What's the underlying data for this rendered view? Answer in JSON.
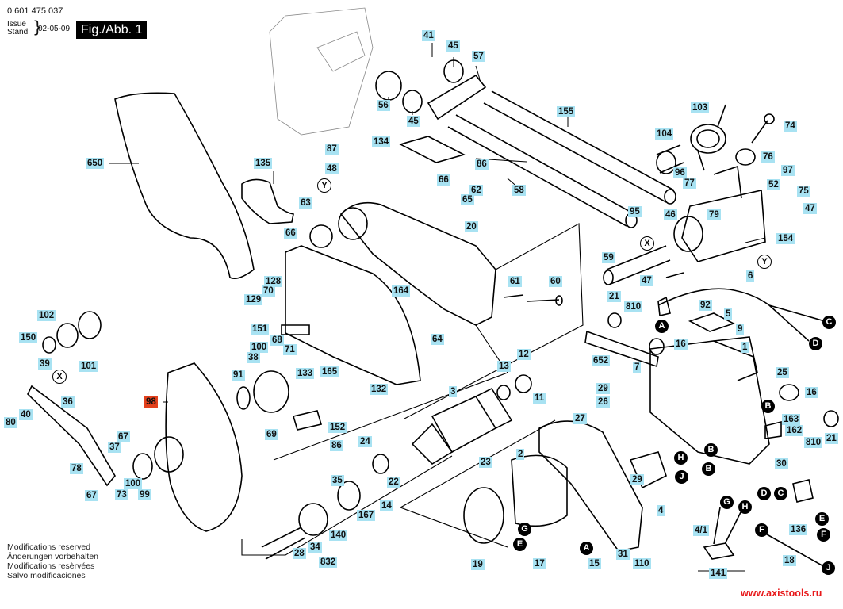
{
  "header": {
    "part_number": "0 601 475 037",
    "issue_label": "Issue",
    "stand_label": "Stand",
    "date": "02-05-09",
    "figure": "Fig./Abb. 1"
  },
  "footer": {
    "lines": [
      "Modifications reserved",
      "Änderungen vorbehalten",
      "Modifications resèrvées",
      "Salvo modificaciones"
    ],
    "website": "www.axistools.ru"
  },
  "colors": {
    "label_bg": "#a8e2f2",
    "highlight_label_bg": "#e2401c",
    "website": "#e8191b"
  },
  "labels": [
    {
      "id": "41",
      "t": "41"
    },
    {
      "id": "45a",
      "t": "45"
    },
    {
      "id": "57",
      "t": "57"
    },
    {
      "id": "56",
      "t": "56"
    },
    {
      "id": "45b",
      "t": "45"
    },
    {
      "id": "155",
      "t": "155"
    },
    {
      "id": "103",
      "t": "103"
    },
    {
      "id": "74",
      "t": "74"
    },
    {
      "id": "104",
      "t": "104"
    },
    {
      "id": "76",
      "t": "76"
    },
    {
      "id": "96",
      "t": "96"
    },
    {
      "id": "97",
      "t": "97"
    },
    {
      "id": "77",
      "t": "77"
    },
    {
      "id": "52",
      "t": "52"
    },
    {
      "id": "75",
      "t": "75"
    },
    {
      "id": "47a",
      "t": "47"
    },
    {
      "id": "95",
      "t": "95"
    },
    {
      "id": "46",
      "t": "46"
    },
    {
      "id": "79",
      "t": "79"
    },
    {
      "id": "154",
      "t": "154"
    },
    {
      "id": "650",
      "t": "650"
    },
    {
      "id": "135",
      "t": "135"
    },
    {
      "id": "134",
      "t": "134"
    },
    {
      "id": "87",
      "t": "87"
    },
    {
      "id": "48",
      "t": "48"
    },
    {
      "id": "86a",
      "t": "86"
    },
    {
      "id": "58",
      "t": "58"
    },
    {
      "id": "66a",
      "t": "66"
    },
    {
      "id": "62",
      "t": "62"
    },
    {
      "id": "65",
      "t": "65"
    },
    {
      "id": "63",
      "t": "63"
    },
    {
      "id": "66b",
      "t": "66"
    },
    {
      "id": "20",
      "t": "20"
    },
    {
      "id": "59",
      "t": "59"
    },
    {
      "id": "47b",
      "t": "47"
    },
    {
      "id": "6",
      "t": "6"
    },
    {
      "id": "92",
      "t": "92"
    },
    {
      "id": "5",
      "t": "5"
    },
    {
      "id": "128",
      "t": "128"
    },
    {
      "id": "70",
      "t": "70"
    },
    {
      "id": "129",
      "t": "129"
    },
    {
      "id": "164",
      "t": "164"
    },
    {
      "id": "61",
      "t": "61"
    },
    {
      "id": "60",
      "t": "60"
    },
    {
      "id": "64",
      "t": "64"
    },
    {
      "id": "21a",
      "t": "21"
    },
    {
      "id": "810a",
      "t": "810"
    },
    {
      "id": "9",
      "t": "9"
    },
    {
      "id": "16a",
      "t": "16"
    },
    {
      "id": "1",
      "t": "1"
    },
    {
      "id": "652",
      "t": "652"
    },
    {
      "id": "7",
      "t": "7"
    },
    {
      "id": "25",
      "t": "25"
    },
    {
      "id": "102",
      "t": "102"
    },
    {
      "id": "150",
      "t": "150"
    },
    {
      "id": "101",
      "t": "101"
    },
    {
      "id": "39",
      "t": "39"
    },
    {
      "id": "151",
      "t": "151"
    },
    {
      "id": "68",
      "t": "68"
    },
    {
      "id": "100a",
      "t": "100"
    },
    {
      "id": "71",
      "t": "71"
    },
    {
      "id": "38",
      "t": "38"
    },
    {
      "id": "133",
      "t": "133"
    },
    {
      "id": "165",
      "t": "165"
    },
    {
      "id": "132",
      "t": "132"
    },
    {
      "id": "91",
      "t": "91"
    },
    {
      "id": "12",
      "t": "12"
    },
    {
      "id": "13",
      "t": "13"
    },
    {
      "id": "11",
      "t": "11"
    },
    {
      "id": "3",
      "t": "3"
    },
    {
      "id": "29a",
      "t": "29"
    },
    {
      "id": "26",
      "t": "26"
    },
    {
      "id": "16b",
      "t": "16"
    },
    {
      "id": "163",
      "t": "163"
    },
    {
      "id": "162",
      "t": "162"
    },
    {
      "id": "810b",
      "t": "810"
    },
    {
      "id": "21b",
      "t": "21"
    },
    {
      "id": "30",
      "t": "30"
    },
    {
      "id": "36",
      "t": "36"
    },
    {
      "id": "40",
      "t": "40"
    },
    {
      "id": "80",
      "t": "80"
    },
    {
      "id": "98",
      "t": "98",
      "red": true
    },
    {
      "id": "69",
      "t": "69"
    },
    {
      "id": "152",
      "t": "152"
    },
    {
      "id": "86b",
      "t": "86"
    },
    {
      "id": "67a",
      "t": "67"
    },
    {
      "id": "37",
      "t": "37"
    },
    {
      "id": "78",
      "t": "78"
    },
    {
      "id": "67b",
      "t": "67"
    },
    {
      "id": "100b",
      "t": "100"
    },
    {
      "id": "73",
      "t": "73"
    },
    {
      "id": "99",
      "t": "99"
    },
    {
      "id": "24",
      "t": "24"
    },
    {
      "id": "35",
      "t": "35"
    },
    {
      "id": "22",
      "t": "22"
    },
    {
      "id": "14",
      "t": "14"
    },
    {
      "id": "167",
      "t": "167"
    },
    {
      "id": "140",
      "t": "140"
    },
    {
      "id": "34",
      "t": "34"
    },
    {
      "id": "28",
      "t": "28"
    },
    {
      "id": "832",
      "t": "832"
    },
    {
      "id": "27",
      "t": "27"
    },
    {
      "id": "2",
      "t": "2"
    },
    {
      "id": "23",
      "t": "23"
    },
    {
      "id": "29b",
      "t": "29"
    },
    {
      "id": "4",
      "t": "4"
    },
    {
      "id": "41s",
      "t": "4/1"
    },
    {
      "id": "136",
      "t": "136"
    },
    {
      "id": "19",
      "t": "19"
    },
    {
      "id": "17",
      "t": "17"
    },
    {
      "id": "15",
      "t": "15"
    },
    {
      "id": "31",
      "t": "31"
    },
    {
      "id": "110",
      "t": "110"
    },
    {
      "id": "141",
      "t": "141"
    },
    {
      "id": "18",
      "t": "18"
    }
  ],
  "connectors": [
    {
      "id": "Y1",
      "t": "Y",
      "style": "white"
    },
    {
      "id": "X1",
      "t": "X",
      "style": "white"
    },
    {
      "id": "Y2",
      "t": "Y",
      "style": "white"
    },
    {
      "id": "X2",
      "t": "X",
      "style": "white"
    },
    {
      "id": "A1",
      "t": "A",
      "style": "black"
    },
    {
      "id": "C1",
      "t": "C",
      "style": "black"
    },
    {
      "id": "D1",
      "t": "D",
      "style": "black"
    },
    {
      "id": "B1",
      "t": "B",
      "style": "black"
    },
    {
      "id": "B2",
      "t": "B",
      "style": "black"
    },
    {
      "id": "H1",
      "t": "H",
      "style": "black"
    },
    {
      "id": "B3",
      "t": "B",
      "style": "black"
    },
    {
      "id": "J1",
      "t": "J",
      "style": "black"
    },
    {
      "id": "G1",
      "t": "G",
      "style": "black"
    },
    {
      "id": "H2",
      "t": "H",
      "style": "black"
    },
    {
      "id": "D2",
      "t": "D",
      "style": "black"
    },
    {
      "id": "C2",
      "t": "C",
      "style": "black"
    },
    {
      "id": "E1",
      "t": "E",
      "style": "black"
    },
    {
      "id": "F1",
      "t": "F",
      "style": "black"
    },
    {
      "id": "F2",
      "t": "F",
      "style": "black"
    },
    {
      "id": "J2",
      "t": "J",
      "style": "black"
    },
    {
      "id": "G2",
      "t": "G",
      "style": "black"
    },
    {
      "id": "E2",
      "t": "E",
      "style": "black"
    },
    {
      "id": "A2",
      "t": "A",
      "style": "black"
    }
  ]
}
